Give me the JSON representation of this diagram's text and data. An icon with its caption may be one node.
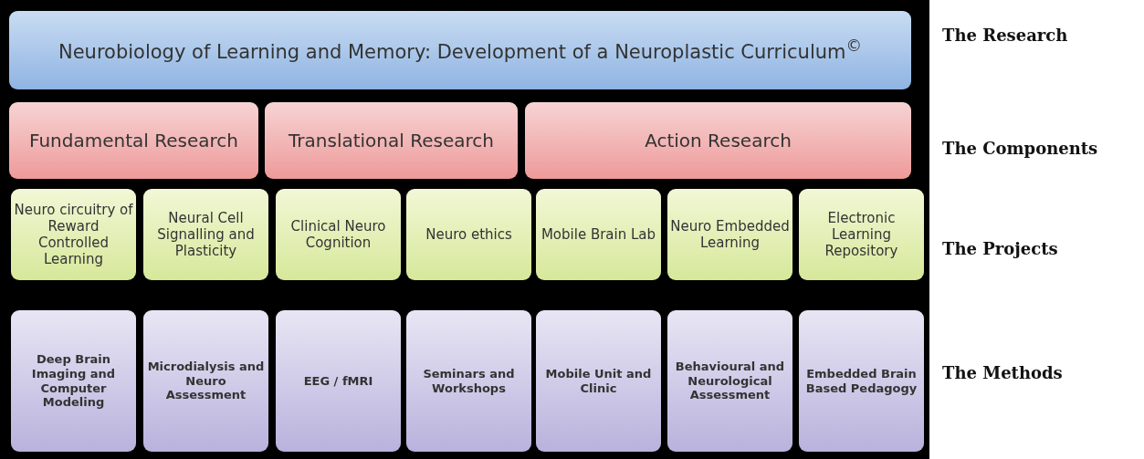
{
  "diagram": {
    "nodes": [
      {
        "text": [],
        "shape": "box"
      },
      {
        "text": [
          "Neurobiology of Learning and Memory: Development of a Neuroplastic Curriculum$^{©}$"
        ],
        "in": 0
      },
      {
        "text": [
          "Fundamental Research"
        ],
        "in": 0
      },
      {
        "text": [
          "Translational Research"
        ],
        "in": 0
      },
      {
        "text": [
          "Action Research"
        ],
        "in": 0
      },
      {
        "text": [
          "Neuro circuitry of Reward Controlled Learning"
        ],
        "in": 0
      },
      {
        "text": [
          "Neural Cell Signalling and Plasticity"
        ],
        "in": 0
      },
      {
        "text": [
          "Clinical Neuro Cognition"
        ],
        "in": 0
      },
      {
        "text": [
          "Neuro ethics"
        ],
        "in": 0
      },
      {
        "text": [
          "Mobile Brain Lab"
        ],
        "in": 0
      },
      {
        "text": [
          "Neuro Embedded Learning"
        ],
        "in": 0
      },
      {
        "text": [
          "Electronic Learning Repository"
        ],
        "in": 0
      },
      {
        "text": [
          "Deep Brain Imaging and Computer Modeling"
        ],
        "in": 0
      },
      {
        "text": [
          "Microdialysis and Neuro Assessment"
        ],
        "in": 0
      },
      {
        "text": [
          "EEG / fMRI"
        ],
        "in": 0
      },
      {
        "text": [
          "Seminars and Workshops"
        ],
        "in": 0
      },
      {
        "text": [
          "Mobile Unit and Clinic"
        ],
        "in": 0
      },
      {
        "text": [
          "Behavioural and Neurological Assessment"
        ],
        "in": 0
      },
      {
        "text": [
          "Embedded Brain Based Pedagogy"
        ],
        "in": 0
      }
    ],
    "labels": [
      "The Research",
      "The Components",
      "The Projects",
      "The Methods"
    ]
  }
}
